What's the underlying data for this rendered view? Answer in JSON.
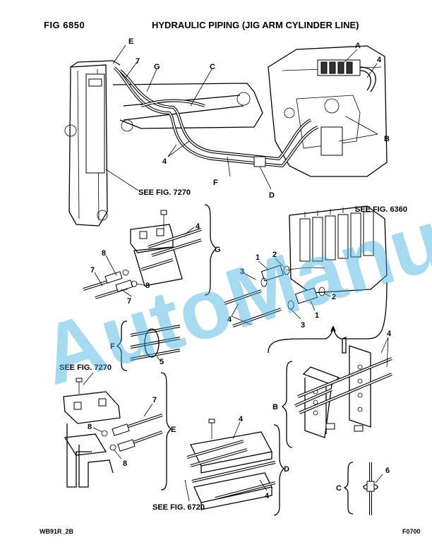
{
  "header": {
    "fig_label": "FIG   6850",
    "title": "HYDRAULIC PIPING (JIG ARM CYLINDER LINE)"
  },
  "footer": {
    "left_code": "WB91R_2B",
    "right_code": "F0700"
  },
  "watermark": {
    "text": "AutoManual",
    "color": "#3aaee0"
  },
  "references": {
    "fig_7270_a": "SEE FIG. 7270",
    "fig_6360": "SEE FIG. 6360",
    "fig_7270_b": "SEE FIG. 7270",
    "fig_6720": "SEE FIG. 6720"
  },
  "callouts": {
    "A": "A",
    "B": "B",
    "C": "C",
    "D": "D",
    "E": "E",
    "F": "F",
    "G": "G",
    "n1": "1",
    "n2": "2",
    "n3": "3",
    "n4": "4",
    "n5": "5",
    "n6": "6",
    "n7": "7",
    "n8": "8"
  }
}
